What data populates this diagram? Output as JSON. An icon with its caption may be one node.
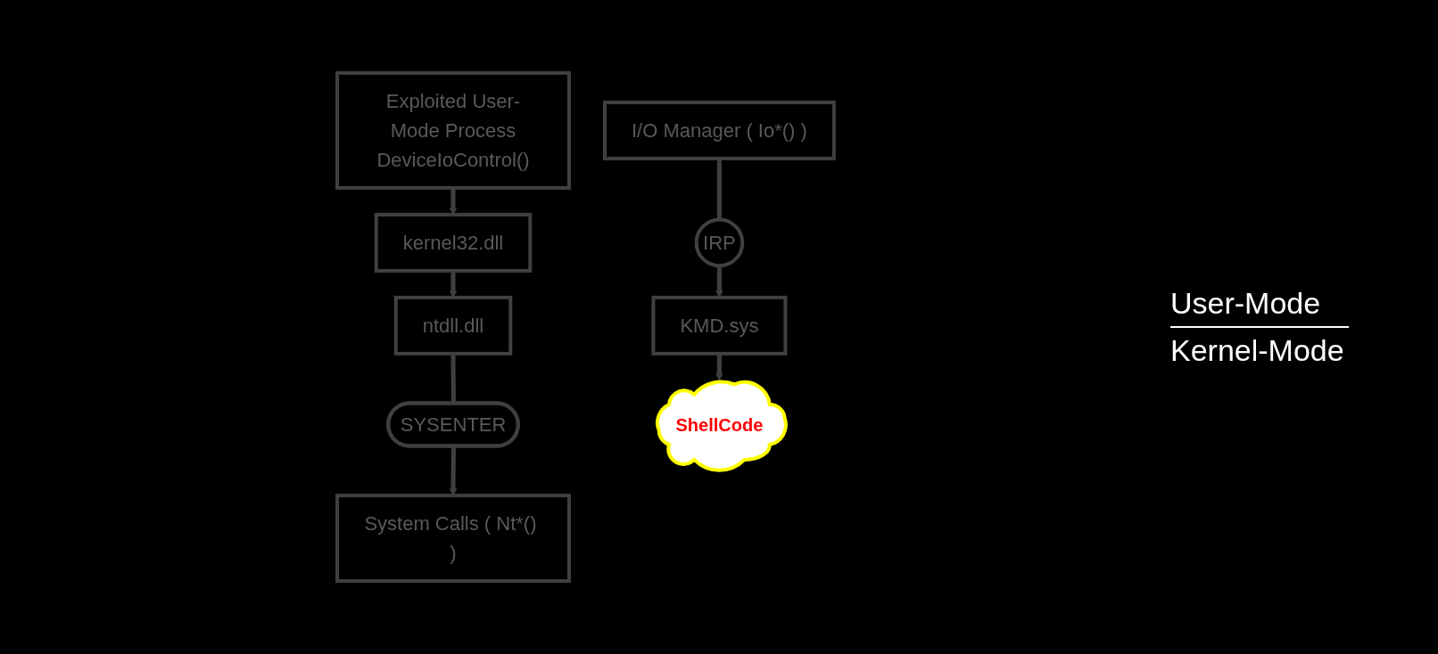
{
  "diagram": {
    "nodes": [
      {
        "text": [
          "Exploited User-Mode Process",
          "DeviceIoControl()"
        ]
      },
      {
        "text": [
          "kernel32.dll"
        ]
      },
      {
        "text": [
          "ntdll.dll"
        ]
      },
      {
        "text": [
          "SYSENTER"
        ]
      },
      {
        "text": [
          "System Calls ( Nt*() )"
        ]
      },
      {
        "text": [
          "I/O Manager ( Io*() )"
        ]
      },
      {
        "text": [
          "IRP"
        ]
      },
      {
        "text": [
          "KMD.sys"
        ]
      },
      {
        "text": [
          "ShellCode"
        ]
      }
    ],
    "edges": [
      {
        "from": 0,
        "to": 1,
        "arrow": "to"
      },
      {
        "from": 1,
        "to": 2,
        "arrow": "to"
      },
      {
        "from": 2,
        "to": 3,
        "arrow": "none"
      },
      {
        "from": 3,
        "to": 4,
        "arrow": "to"
      },
      {
        "from": 5,
        "to": 6,
        "arrow": "none"
      },
      {
        "from": 6,
        "to": 7,
        "arrow": "to"
      },
      {
        "from": 7,
        "to": 8,
        "arrow": "to"
      }
    ],
    "labels": [
      "User-Mode",
      "Kernel-Mode"
    ]
  }
}
